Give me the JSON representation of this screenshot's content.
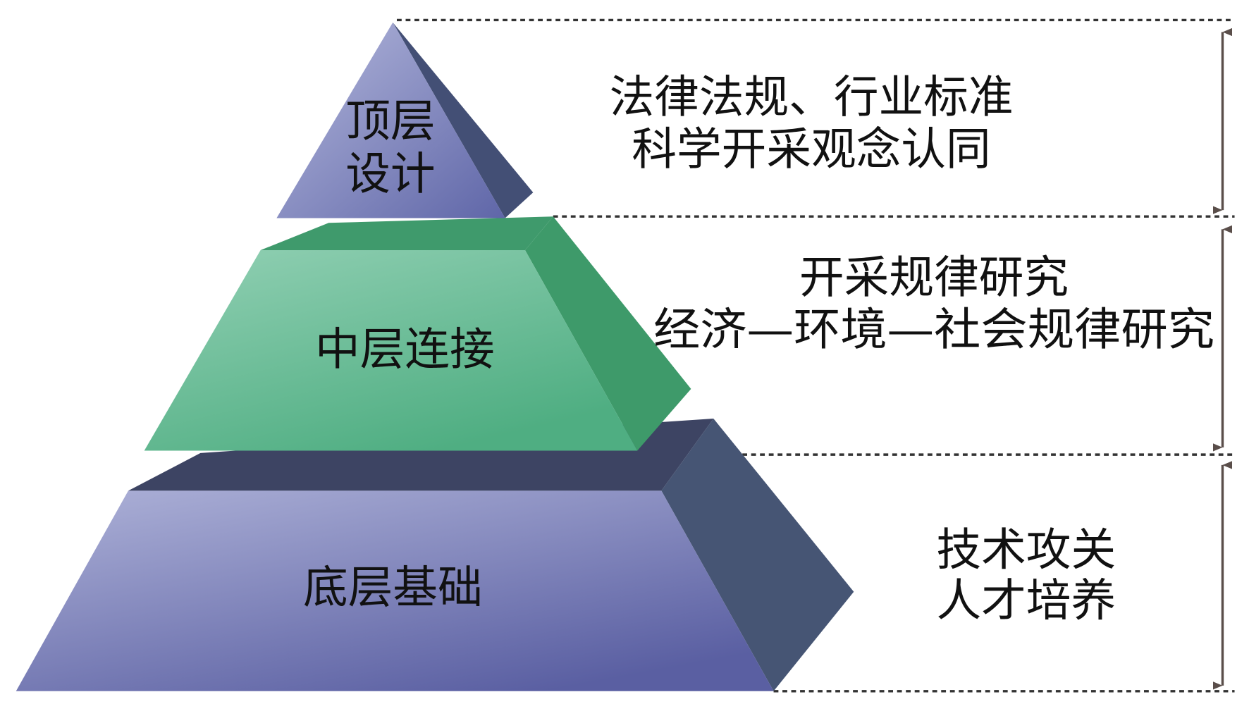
{
  "levels": [
    {
      "name": "top",
      "label_lines": [
        "顶层",
        "设计"
      ],
      "description_lines": [
        "法律法规、行业标准",
        "科学开采观念认同"
      ]
    },
    {
      "name": "middle",
      "label_lines": [
        "中层连接"
      ],
      "description_lines": [
        "开采规律研究",
        "经济—环境—社会规律研究"
      ]
    },
    {
      "name": "bottom",
      "label_lines": [
        "底层基础"
      ],
      "description_lines": [
        "技术攻关",
        "人才培养"
      ]
    }
  ],
  "colors": {
    "top_front": "#8d93c6",
    "top_side": "#434f75",
    "middle_front": "#74c29e",
    "middle_top": "#3f9a6c",
    "middle_side": "#3e9a6a",
    "bottom_front": "#8b91c4",
    "bottom_top": "#3d4463",
    "bottom_side": "#465574",
    "arrow": "#5a4e4a"
  }
}
